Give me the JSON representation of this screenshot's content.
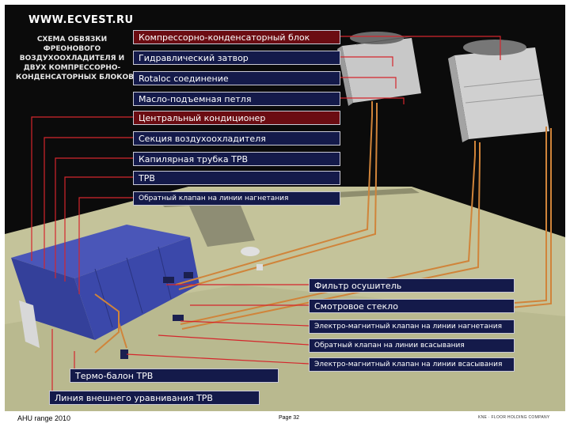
{
  "header": {
    "site": "WWW.ECVEST.RU",
    "caption_lines": [
      "СХЕМА ОБВЯЗКИ",
      "ФРЕОНОВОГО",
      "ВОЗДУХООХЛАДИТЕЛЯ И",
      "ДВУХ КОМПРЕССОРНО-",
      "КОНДЕНСАТОРНЫХ БЛОКОВ"
    ]
  },
  "top_labels": [
    {
      "text": "Компрессорно-конденсаторный блок",
      "color": "#6b0c12"
    },
    {
      "text": "Гидравлический затвор",
      "color": "#141a4a"
    },
    {
      "text": "Rotaloc соединение",
      "color": "#141a4a"
    },
    {
      "text": "Масло-подъемная петля",
      "color": "#141a4a"
    },
    {
      "text": "Центральный кондиционер",
      "color": "#6b0c12"
    },
    {
      "text": "Секция воздухоохладителя",
      "color": "#141a4a"
    },
    {
      "text": "Капилярная трубка ТРВ",
      "color": "#141a4a"
    },
    {
      "text": "ТРВ",
      "color": "#141a4a"
    },
    {
      "text": "Обратный клапан на линии нагнетания",
      "color": "#141a4a"
    }
  ],
  "right_labels": [
    {
      "text": "Фильтр осушитель"
    },
    {
      "text": "Смотровое стекло"
    },
    {
      "text": "Электро-магнитный клапан на линии нагнетания"
    },
    {
      "text": "Обратный клапан на линии всасывания"
    },
    {
      "text": "Электро-магнитный клапан на линии всасывания"
    }
  ],
  "bottom_labels": [
    {
      "text": "Термо-балон ТРВ"
    },
    {
      "text": "Линия внешнего уравнивания ТРВ"
    }
  ],
  "footer": {
    "left": "AHU range 2010",
    "page": "Page 32",
    "company": "KNE · FLOOR HOLDING COMPANY"
  }
}
